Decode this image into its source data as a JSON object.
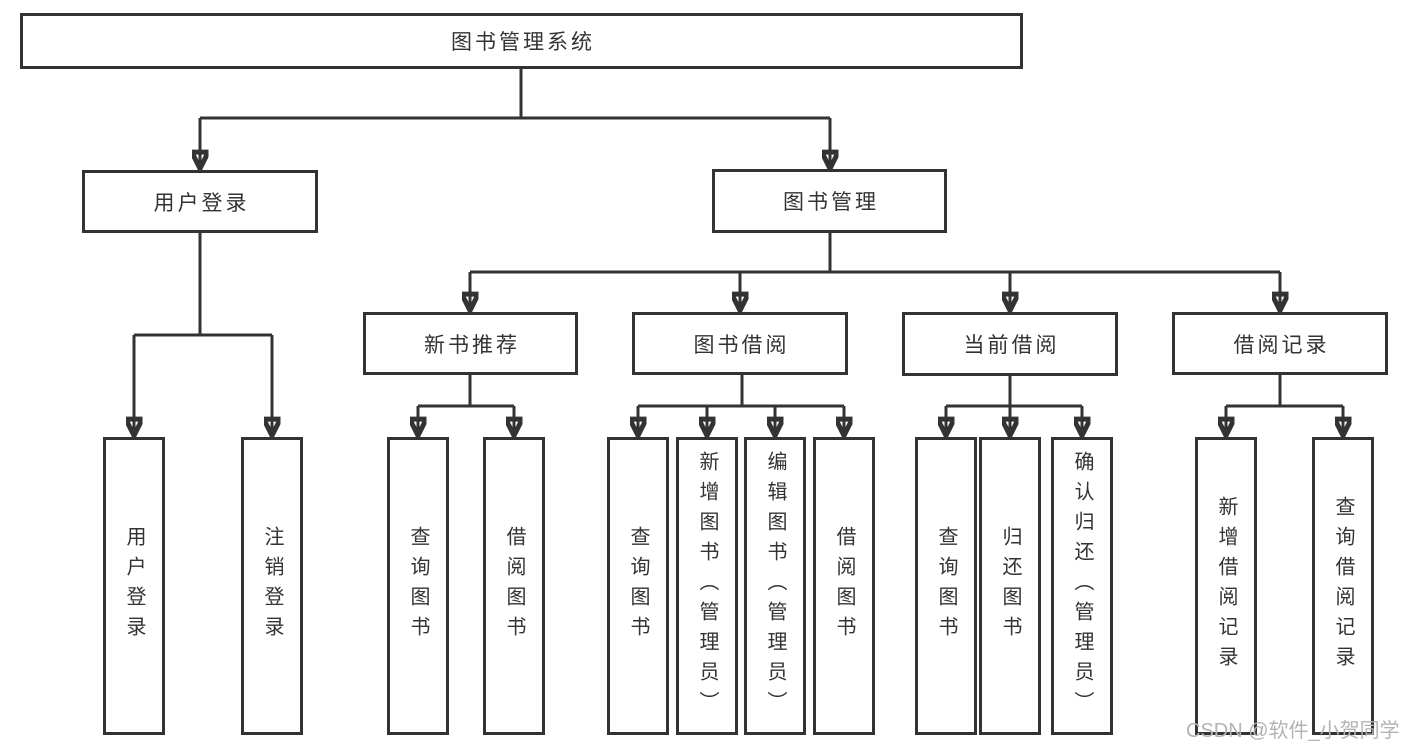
{
  "diagram": {
    "title": "图书管理系统",
    "level2": {
      "user_login": "用户登录",
      "book_mgmt": "图书管理"
    },
    "level3": {
      "new_books": "新书推荐",
      "book_borrow": "图书借阅",
      "current_borrow": "当前借阅",
      "borrow_records": "借阅记录"
    },
    "leaves": {
      "user_login": [
        "用户登录",
        "注销登录"
      ],
      "new_books": [
        "查询图书",
        "借阅图书"
      ],
      "book_borrow": [
        "查询图书",
        "新增图书（管理员）",
        "编辑图书（管理员）",
        "借阅图书"
      ],
      "current_borrow": [
        "查询图书",
        "归还图书",
        "确认归还（管理员）"
      ],
      "borrow_records": [
        "新增借阅记录",
        "查询借阅记录"
      ]
    },
    "colors": {
      "line": "#333333",
      "box_fill": "#ffffff",
      "text": "#333333",
      "watermark": "#b3b3b3"
    },
    "watermark": "CSDN @软件_小贺同学"
  }
}
